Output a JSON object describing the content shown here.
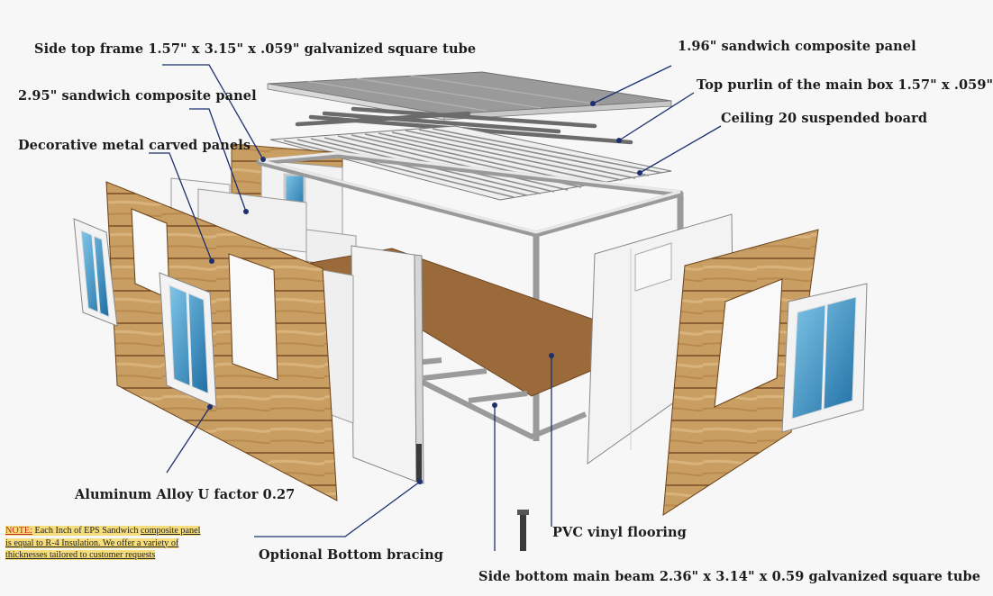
{
  "labels": {
    "side_top_frame": "Side top frame 1.57\" x 3.15\" x .059\" galvanized square tube",
    "sandwich_196": "1.96\" sandwich composite panel",
    "sandwich_295": "2.95\" sandwich composite panel",
    "top_purlin": "Top purlin of the main box 1.57\" x .059\"",
    "ceiling": "Ceiling 20 suspended board",
    "decorative_panels": "Decorative metal carved panels",
    "aluminum_alloy": "Aluminum Alloy U factor 0.27",
    "optional_bracing": "Optional Bottom bracing",
    "pvc_flooring": "PVC vinyl flooring",
    "side_bottom_beam": "Side bottom main beam 2.36\" x 3.14\" x 0.59  galvanized square tube"
  },
  "note": {
    "prefix": "NOTE:",
    "line1_a": " Each Inch of EPS Sandwich ",
    "line1_b": "composite panel",
    "line2": "is equal to R-4 Insulation. We offer a variety of",
    "line3": "thicknesses tailored to customer requests"
  },
  "colors": {
    "wood": "#c9a064",
    "wood_dark": "#8a5d2e",
    "floor": "#9b6a3a",
    "leader": "#1d2f6f",
    "panel_white": "#f3f3f3",
    "glass": "#3f97c6"
  }
}
